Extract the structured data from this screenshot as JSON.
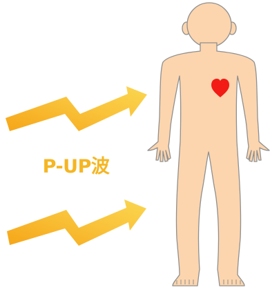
{
  "label": "P-UP波",
  "colors": {
    "arrow_dark": "#f6a518",
    "arrow_light": "#fbd24a",
    "label": "#f5b623",
    "skin": "#fcd5ae",
    "outline": "#8f8f8f",
    "heart": "#f21b15"
  },
  "icons": {
    "arrow": "zigzag-lightning-arrow",
    "body": "human-figure",
    "heart": "heart"
  }
}
